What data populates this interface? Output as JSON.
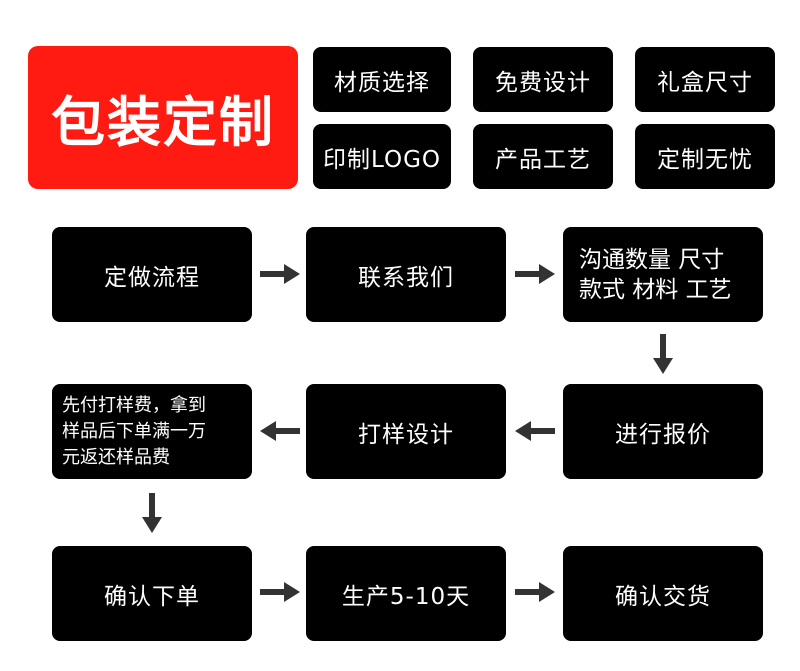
{
  "brand": {
    "title": "包装定制"
  },
  "tags": [
    "材质选择",
    "免费设计",
    "礼盒尺寸",
    "印制LOGO",
    "产品工艺",
    "定制无忧"
  ],
  "flow": {
    "row1": [
      "定做流程",
      "联系我们"
    ],
    "row1_step3": [
      "沟通数量 尺寸",
      "款式 材料 工艺"
    ],
    "row2_left": [
      "先付打样费，拿到",
      "样品后下单满一万",
      "元返还样品费"
    ],
    "row2_mid": "打样设计",
    "row2_right": "进行报价",
    "row3": [
      "确认下单",
      "生产5-10天",
      "确认交货"
    ]
  },
  "colors": {
    "brand_red": "#ff1a12",
    "box": "#000000",
    "arrow": "#333333"
  },
  "icons": {
    "arrow": "arrow-icon"
  }
}
